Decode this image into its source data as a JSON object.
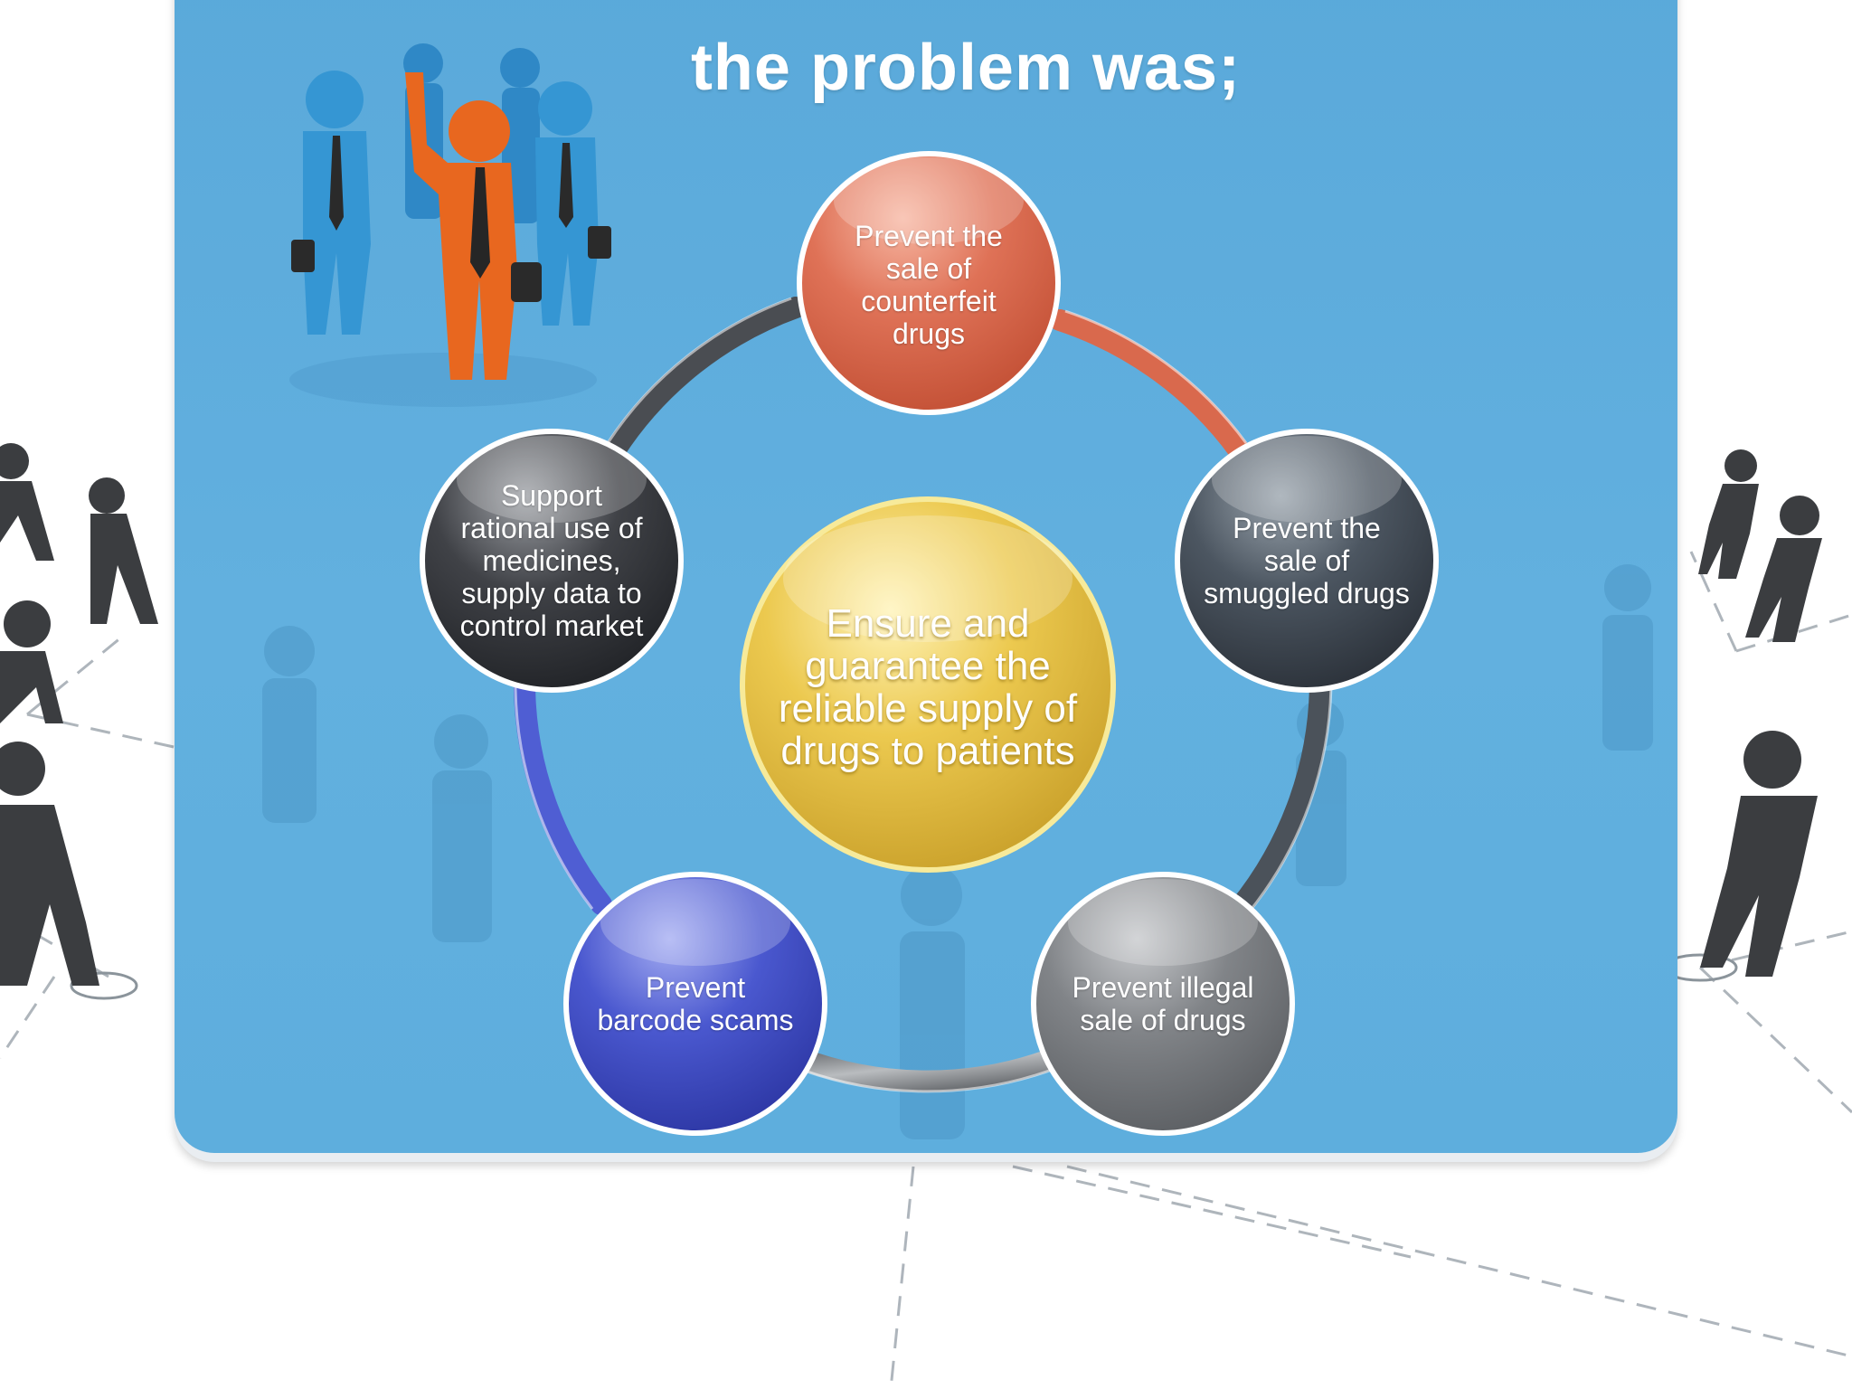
{
  "title": "the problem was;",
  "center": {
    "label": "Ensure and guarantee the reliable supply of drugs to patients",
    "color": "#e6c24a"
  },
  "nodes": [
    {
      "label": "Prevent the sale of counterfeit drugs",
      "color": "#de6f52"
    },
    {
      "label": "Prevent the sale of smuggled drugs",
      "color": "#4a5560"
    },
    {
      "label": "Prevent illegal sale of drugs",
      "color": "#7b7e82"
    },
    {
      "label": "Prevent barcode scams",
      "color": "#4553c9"
    },
    {
      "label": "Support rational use of medicines, supply data to control market",
      "color": "#3d3f43"
    }
  ],
  "colors": {
    "panel": "#5eaedd",
    "figure_orange": "#e8671f",
    "figure_blue": "#2e8ac8",
    "figure_dark": "#3a3a3a"
  },
  "icons": [
    "business-team-icon",
    "network-people-icon"
  ]
}
